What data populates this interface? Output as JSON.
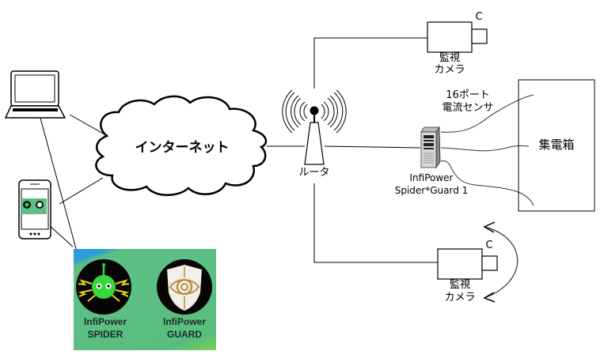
{
  "diagram": {
    "internet_label": "インターネット",
    "router_label": "ルータ",
    "camera_top": {
      "line1": "監視",
      "line2": "カメラ",
      "mark": "C"
    },
    "camera_bottom": {
      "line1": "監視",
      "line2": "カメラ",
      "mark": "C"
    },
    "sensor_label": {
      "line1": "16ポート",
      "line2": "電流センサ"
    },
    "device_label": {
      "line1": "InfiPower",
      "line2": "Spider*Guard 1"
    },
    "panel_label": "集電箱",
    "apps": [
      {
        "line1": "InfiPower",
        "line2": "SPIDER",
        "icon": "spider-icon"
      },
      {
        "line1": "InfiPower",
        "line2": "GUARD",
        "icon": "eye-shield-icon"
      }
    ],
    "colors": {
      "spider_green": "#37d63a",
      "bolt_yellow": "#f4d21c",
      "guard_gold": "#c9a24a",
      "panel_green": "#5cbf84",
      "panel_blue": "#2b9ddb"
    }
  }
}
